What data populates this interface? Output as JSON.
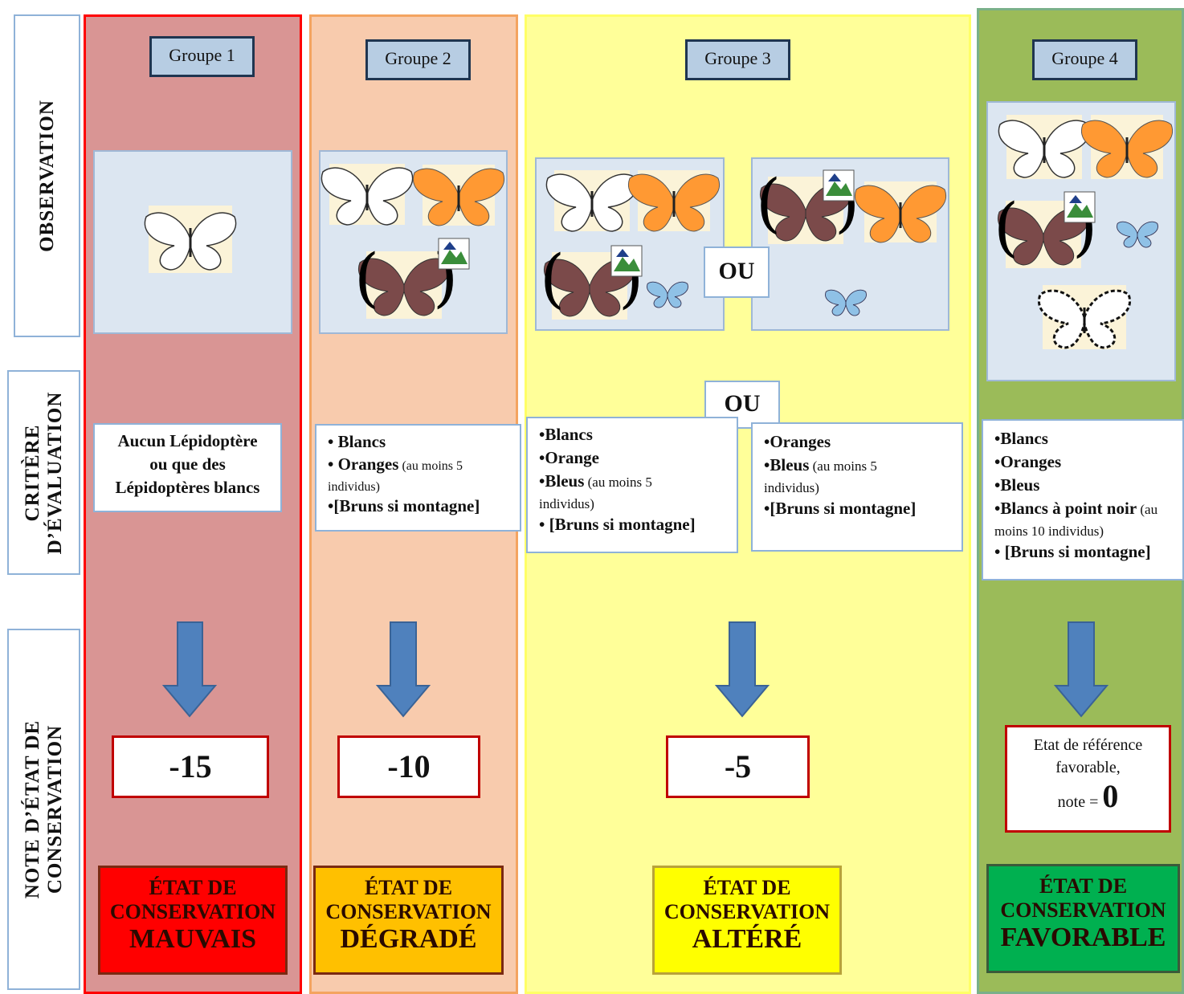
{
  "rows": {
    "observation": "OBSERVATION",
    "critere_line1": "CRITÈRE",
    "critere_line2": "D’ÉVALUATION",
    "note_line1": "NOTE D’ÉTAT DE",
    "note_line2": "CONSERVATION"
  },
  "ou_label": "OU",
  "colors": {
    "col1_bg": "#d99594",
    "col1_border": "#ff0000",
    "col2_bg": "#f8cbad",
    "col2_border": "#f4a460",
    "col3_bg": "#ffff99",
    "col3_border": "#ffff66",
    "col4_bg": "#9bbb59",
    "col4_border": "#7ab08a",
    "arrow": "#4f81bd",
    "white_butterfly": "#ffffff",
    "orange_butterfly": "#ff9933",
    "brown_butterfly": "#7b4a4a",
    "blue_butterfly": "#8fc1e6"
  },
  "groups": [
    {
      "title": "Groupe 1",
      "criteria": [
        "Aucun Lépidoptère",
        "ou que des",
        "Lépidoptères blancs"
      ],
      "score": "-15",
      "state_line1": "ÉTAT DE",
      "state_line2": "CONSERVATION",
      "state_line3": "MAUVAIS",
      "state_color": "#ff0000"
    },
    {
      "title": "Groupe 2",
      "criteria_items": [
        {
          "main": "• Blancs",
          "note": ""
        },
        {
          "main": "• Oranges",
          "note": " (au moins 5"
        },
        {
          "main": "",
          "note": "individus)"
        },
        {
          "main": "•[Bruns si montagne]",
          "note": ""
        }
      ],
      "score": "-10",
      "state_line1": "ÉTAT DE",
      "state_line2": "CONSERVATION",
      "state_line3": "DÉGRADÉ",
      "state_color": "#ffc000"
    },
    {
      "title": "Groupe 3",
      "criteria_left": {
        "l1": "•Blancs",
        "l2": "•Orange",
        "l3": "•Bleus",
        "l3_note": " (au moins 5",
        "l4": "individus)",
        "l5": "• [Bruns si montagne]"
      },
      "criteria_right": {
        "l1": "•Oranges",
        "l2": "•Bleus",
        "l2_note": " (au moins 5",
        "l3": "individus)",
        "l4": "•[Bruns si montagne]"
      },
      "score": "-5",
      "state_line1": "ÉTAT DE",
      "state_line2": "CONSERVATION",
      "state_line3": "ALTÉRÉ",
      "state_color": "#ffff00"
    },
    {
      "title": "Groupe 4",
      "criteria": {
        "l1": "•Blancs",
        "l2": "•Oranges",
        "l3": "•Bleus",
        "l4": "•Blancs à point noir",
        "l4_note": " (au",
        "l5": "moins 10 individus)",
        "l6": "• [Bruns si montagne]"
      },
      "score_text1": "Etat de référence",
      "score_text2": "favorable,",
      "score_note": "note = ",
      "score_value": "0",
      "state_line1": "ÉTAT DE",
      "state_line2": "CONSERVATION",
      "state_line3": "FAVORABLE",
      "state_color": "#00b050"
    }
  ]
}
